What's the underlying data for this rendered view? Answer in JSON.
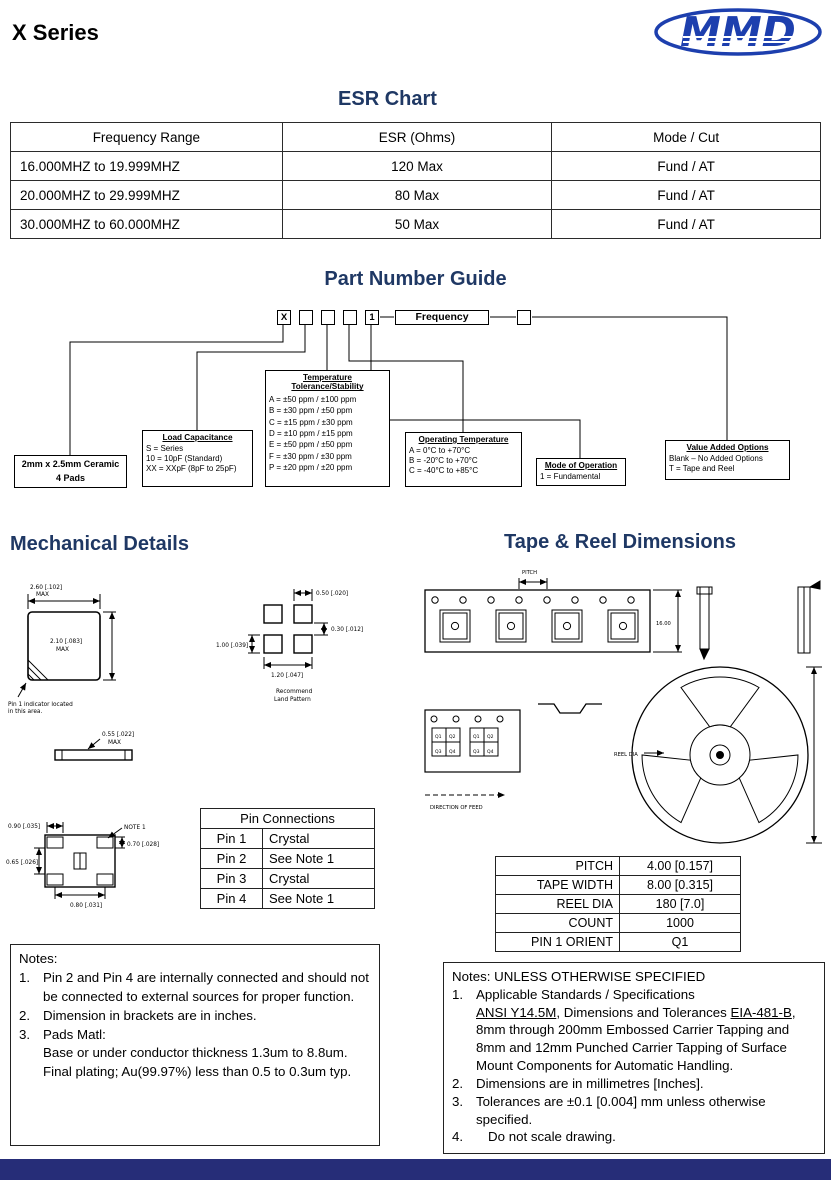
{
  "header": {
    "title": "X Series",
    "logo_text": "MMD"
  },
  "esr_chart": {
    "title": "ESR Chart",
    "headers": [
      "Frequency Range",
      "ESR (Ohms)",
      "Mode / Cut"
    ],
    "rows": [
      [
        "16.000MHZ to 19.999MHZ",
        "120 Max",
        "Fund / AT"
      ],
      [
        "20.000MHZ to 29.999MHZ",
        "80 Max",
        "Fund / AT"
      ],
      [
        "30.000MHZ to 60.000MHZ",
        "50 Max",
        "Fund / AT"
      ]
    ]
  },
  "png": {
    "title": "Part Number Guide",
    "prefix": "X",
    "mode_digit": "1",
    "frequency": "Frequency",
    "ceramic_line1": "2mm x 2.5mm Ceramic",
    "ceramic_line2": "4 Pads",
    "load_cap": {
      "title": "Load Capacitance",
      "items": [
        "S = Series",
        "10  = 10pF (Standard)",
        "XX = XXpF (8pF to 25pF)"
      ]
    },
    "temp": {
      "title1": "Temperature",
      "title2": "Tolerance/Stability",
      "items": [
        "A = ±50 ppm / ±100 ppm",
        "B = ±30 ppm / ±50 ppm",
        "C = ±15 ppm / ±30 ppm",
        "D = ±10 ppm / ±15 ppm",
        "E = ±50 ppm / ±50 ppm",
        "F = ±30 ppm / ±30 ppm",
        "P = ±20 ppm / ±20 ppm"
      ]
    },
    "op_temp": {
      "title": "Operating Temperature",
      "items": [
        "A = 0°C to +70°C",
        "B = -20°C to +70°C",
        "C = -40°C to +85°C"
      ]
    },
    "mode": {
      "title": "Mode of Operation",
      "items": [
        "1 = Fundamental"
      ]
    },
    "vao": {
      "title": "Value Added Options",
      "items": [
        "Blank – No Added Options",
        "T = Tape and Reel"
      ]
    }
  },
  "mech": {
    "title": "Mechanical Details",
    "dims": {
      "top_w": "2.60 [.102]",
      "top_w_max": "MAX",
      "side_h": "2.10 [.083]",
      "side_h_max": "MAX",
      "pin1_note1": "Pin 1 indicator located",
      "pin1_note2": "in this area.",
      "lp_pad_w": "0.50 [.020]",
      "lp_gap": "0.30 [.012]",
      "lp_pad_h": "1.00 [.039]",
      "lp_pitch": "1.20 [.047]",
      "lp_label1": "Recommend",
      "lp_label2": "Land Pattern",
      "thk": "0.55 [.022]",
      "thk_max": "MAX",
      "bv_pad_w": "0.90 [.035]",
      "bv_note": "NOTE 1",
      "bv_pad_h": "0.70 [.028]",
      "bv_gap": "0.65 [.026]",
      "bv_pitch": "0.80 [.031]"
    },
    "pins": {
      "title": "Pin Connections",
      "rows": [
        [
          "Pin 1",
          "Crystal"
        ],
        [
          "Pin 2",
          "See Note 1"
        ],
        [
          "Pin 3",
          "Crystal"
        ],
        [
          "Pin 4",
          "See Note 1"
        ]
      ]
    },
    "notes": {
      "title": "Notes:",
      "nums": [
        "1.",
        "2.",
        "3."
      ],
      "n1": "Pin 2 and Pin 4 are internally connected and should not be connected to external sources for proper function.",
      "n2": "Dimension in brackets are in inches.",
      "n3a": "Pads Matl:",
      "n3b": "Base or under conductor thickness 1.3um to 8.8um.",
      "n3c": "Final plating; Au(99.97%) less than 0.5 to 0.3um typ."
    }
  },
  "tr": {
    "title": "Tape & Reel Dimensions",
    "labels": {
      "pitch": "PITCH",
      "width": "16.00",
      "reel_dia": "REEL DIA",
      "feed": "DIRECTION OF FEED",
      "q1": "Q1",
      "q2": "Q2",
      "q3": "Q3",
      "q4": "Q4"
    },
    "table": {
      "rows": [
        [
          "PITCH",
          "4.00 [0.157]"
        ],
        [
          "TAPE WIDTH",
          "8.00 [0.315]"
        ],
        [
          "REEL DIA",
          "180 [7.0]"
        ],
        [
          "COUNT",
          "1000"
        ],
        [
          "PIN 1 ORIENT",
          "Q1"
        ]
      ]
    },
    "notes": {
      "title": "Notes: UNLESS OTHERWISE SPECIFIED",
      "nums": [
        "1.",
        "2.",
        "3.",
        "4."
      ],
      "n1_line1": "Applicable Standards / Specifications",
      "n1_ansi": "ANSI Y14.5M",
      "n1_mid": ", Dimensions and Tolerances ",
      "n1_eia": "EIA-481-B",
      "n1_rest": ", 8mm through 200mm Embossed Carrier Tapping and 8mm and 12mm Punched Carrier Tapping of Surface Mount Components for Automatic Handling.",
      "n2": "Dimensions are in millimetres [Inches].",
      "n3": "Tolerances are ±0.1 [0.004] mm unless otherwise specified.",
      "n4": "Do not scale drawing."
    }
  }
}
